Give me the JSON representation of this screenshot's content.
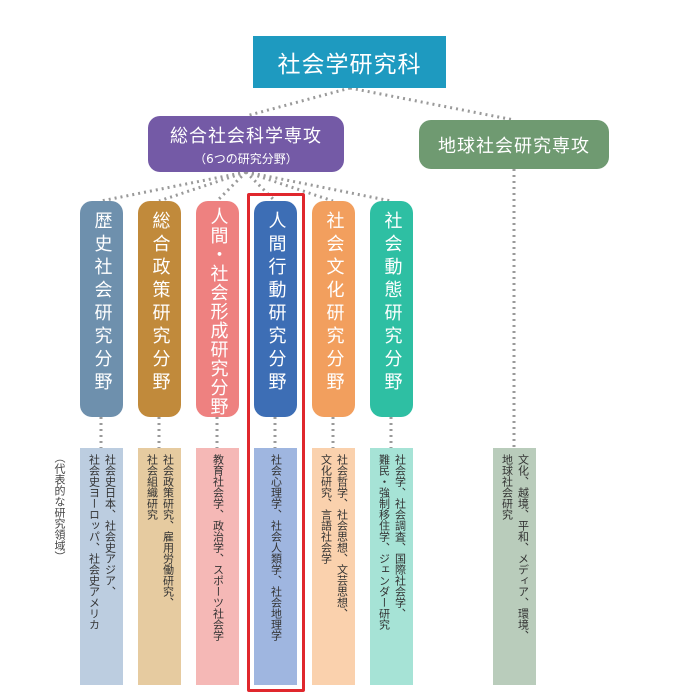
{
  "root": {
    "label": "社会学研究科",
    "color": "#1e9ac0"
  },
  "majors": [
    {
      "title": "総合社会科学専攻",
      "subtitle": "（6つの研究分野）",
      "color": "#745aa6"
    },
    {
      "title": "地球社会研究専攻",
      "subtitle": "",
      "color": "#6f9a71"
    }
  ],
  "fields": [
    {
      "label": "歴史社会研究分野",
      "color": "#6e90ad",
      "area_color": "#bccde0",
      "areas": [
        "社会史日本、社会史アジア、",
        "社会史ヨーロッパ、社会史アメリカ"
      ]
    },
    {
      "label": "総合政策研究分野",
      "color": "#c18a3b",
      "area_color": "#e6cba0",
      "areas": [
        "社会政策研究、雇用労働研究、",
        "社会組織研究"
      ]
    },
    {
      "label": "人間・社会形成研究分野",
      "color": "#ee8180",
      "area_color": "#f5b8b6",
      "areas": [
        "教育社会学、政治学、スポーツ社会学"
      ]
    },
    {
      "label": "人間行動研究分野",
      "color": "#3d6eb5",
      "area_color": "#9fb6e0",
      "areas": [
        "社会心理学、社会人類学、社会地理学"
      ]
    },
    {
      "label": "社会文化研究分野",
      "color": "#f29f5e",
      "area_color": "#fad1ad",
      "areas": [
        "社会哲学、社会思想、文芸思想、",
        "文化研究、言語社会学"
      ]
    },
    {
      "label": "社会動態研究分野",
      "color": "#2ebfa3",
      "area_color": "#a6e3d6",
      "areas": [
        "社会学、社会調査、国際社会学、",
        "難民・強制移住学、ジェンダー研究"
      ]
    }
  ],
  "global_area": {
    "color": "#b9ccbb",
    "areas": [
      "文化、越境、平和、メディア、環境、",
      "地球社会研究"
    ]
  },
  "areas_note": "（代表的な研究領域）",
  "highlight_color": "#e0272d"
}
